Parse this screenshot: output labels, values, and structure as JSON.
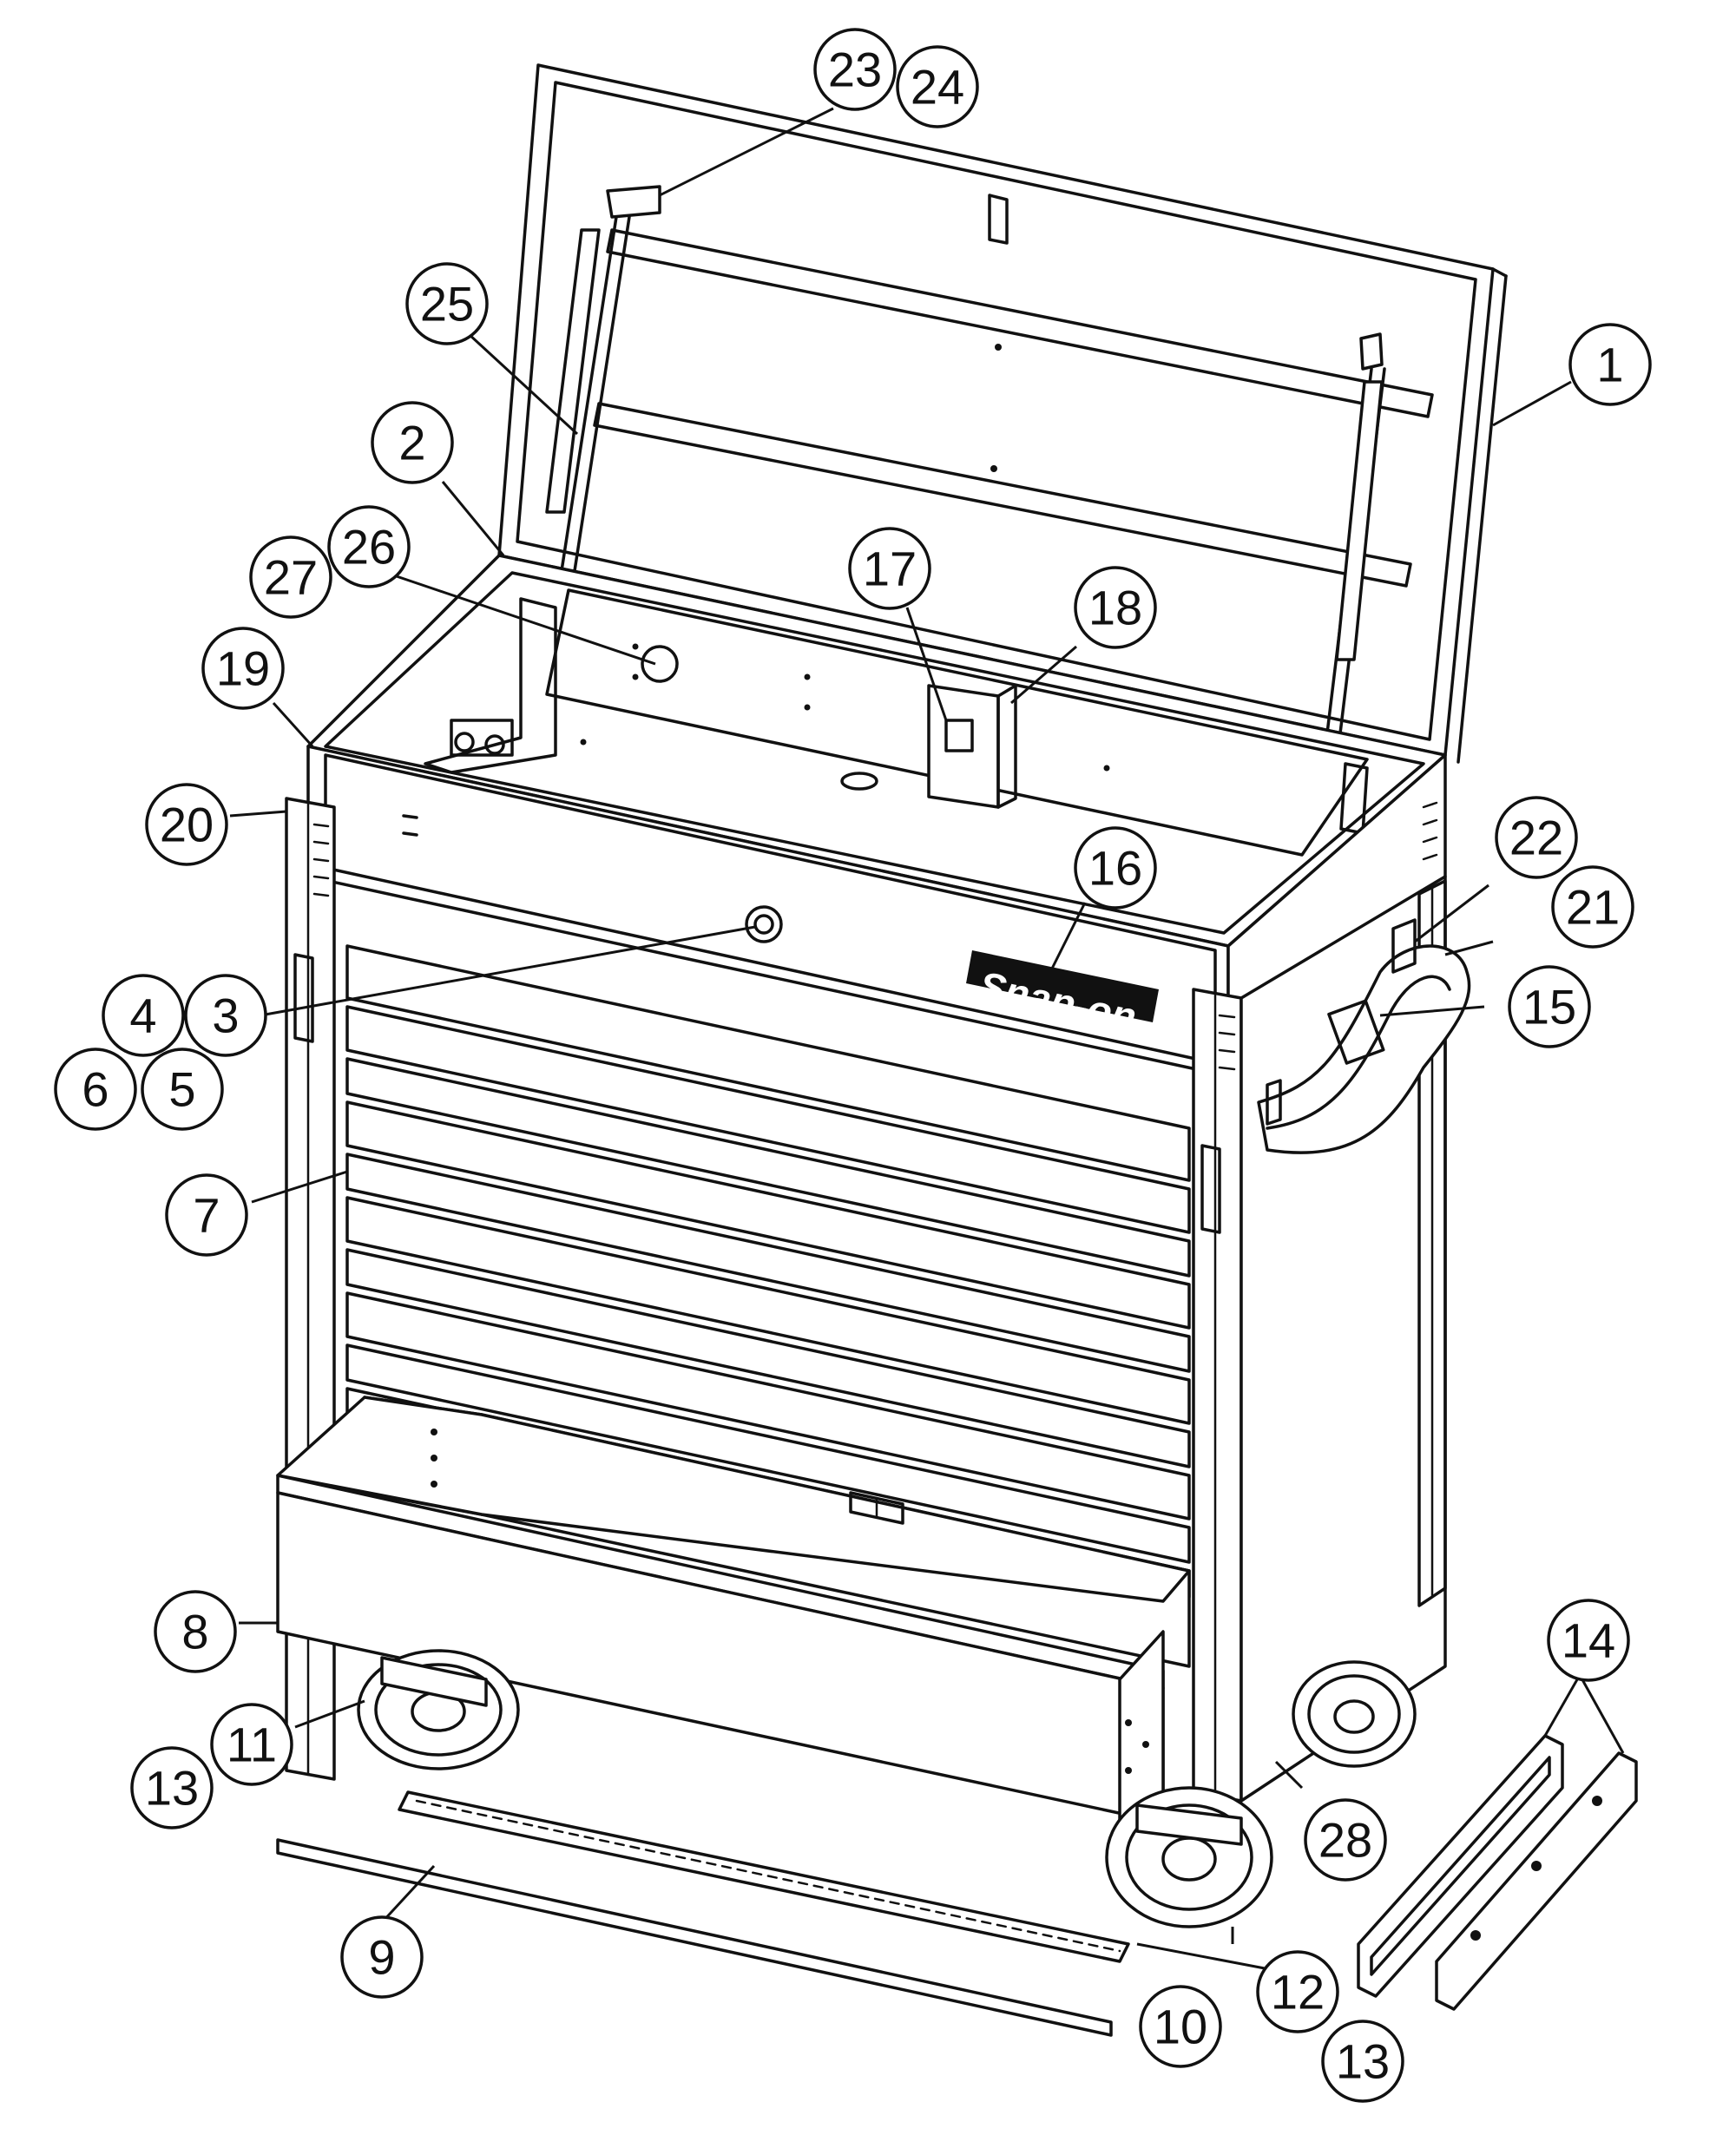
{
  "colors": {
    "line": "#111111",
    "background": "#ffffff"
  },
  "logo": {
    "text": "Snap-on"
  },
  "callouts": [
    {
      "id": "1",
      "label": "1"
    },
    {
      "id": "2",
      "label": "2"
    },
    {
      "id": "3",
      "label": "3"
    },
    {
      "id": "4",
      "label": "4"
    },
    {
      "id": "5",
      "label": "5"
    },
    {
      "id": "6",
      "label": "6"
    },
    {
      "id": "7",
      "label": "7"
    },
    {
      "id": "8",
      "label": "8"
    },
    {
      "id": "9",
      "label": "9"
    },
    {
      "id": "10",
      "label": "10"
    },
    {
      "id": "11",
      "label": "11"
    },
    {
      "id": "12",
      "label": "12"
    },
    {
      "id": "13a",
      "label": "13"
    },
    {
      "id": "13b",
      "label": "13"
    },
    {
      "id": "14",
      "label": "14"
    },
    {
      "id": "15",
      "label": "15"
    },
    {
      "id": "16",
      "label": "16"
    },
    {
      "id": "17",
      "label": "17"
    },
    {
      "id": "18",
      "label": "18"
    },
    {
      "id": "19",
      "label": "19"
    },
    {
      "id": "20",
      "label": "20"
    },
    {
      "id": "21",
      "label": "21"
    },
    {
      "id": "22",
      "label": "22"
    },
    {
      "id": "23",
      "label": "23"
    },
    {
      "id": "24",
      "label": "24"
    },
    {
      "id": "25",
      "label": "25"
    },
    {
      "id": "26",
      "label": "26"
    },
    {
      "id": "27",
      "label": "27"
    },
    {
      "id": "28",
      "label": "28"
    }
  ]
}
